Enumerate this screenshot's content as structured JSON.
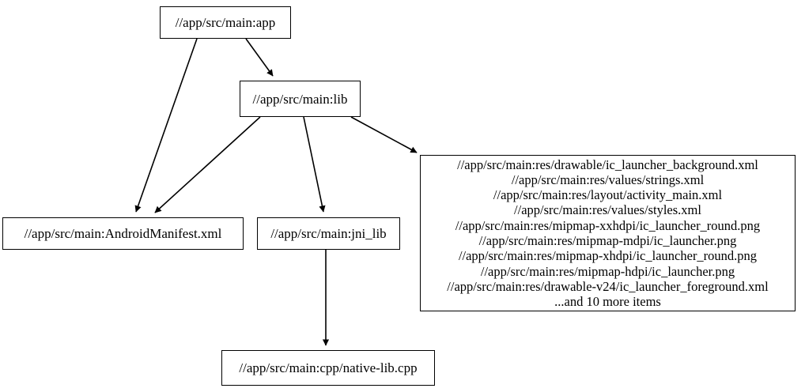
{
  "graph": {
    "type": "directed-dependency-graph",
    "nodes": [
      {
        "id": "app",
        "label": "//app/src/main:app"
      },
      {
        "id": "lib",
        "label": "//app/src/main:lib"
      },
      {
        "id": "manifest",
        "label": "//app/src/main:AndroidManifest.xml"
      },
      {
        "id": "jni_lib",
        "label": "//app/src/main:jni_lib"
      },
      {
        "id": "res",
        "label": "//app/src/main:res/drawable/ic_launcher_background.xml\n//app/src/main:res/values/strings.xml\n//app/src/main:res/layout/activity_main.xml\n//app/src/main:res/values/styles.xml\n//app/src/main:res/mipmap-xxhdpi/ic_launcher_round.png\n//app/src/main:res/mipmap-mdpi/ic_launcher.png\n//app/src/main:res/mipmap-xhdpi/ic_launcher_round.png\n//app/src/main:res/mipmap-hdpi/ic_launcher.png\n//app/src/main:res/drawable-v24/ic_launcher_foreground.xml\n...and 10 more items",
        "lines": [
          "//app/src/main:res/drawable/ic_launcher_background.xml",
          "//app/src/main:res/values/strings.xml",
          "//app/src/main:res/layout/activity_main.xml",
          "//app/src/main:res/values/styles.xml",
          "//app/src/main:res/mipmap-xxhdpi/ic_launcher_round.png",
          "//app/src/main:res/mipmap-mdpi/ic_launcher.png",
          "//app/src/main:res/mipmap-xhdpi/ic_launcher_round.png",
          "//app/src/main:res/mipmap-hdpi/ic_launcher.png",
          "//app/src/main:res/drawable-v24/ic_launcher_foreground.xml",
          "...and 10 more items"
        ]
      },
      {
        "id": "cpp",
        "label": "//app/src/main:cpp/native-lib.cpp"
      }
    ],
    "edges": [
      {
        "from": "app",
        "to": "lib"
      },
      {
        "from": "app",
        "to": "manifest"
      },
      {
        "from": "lib",
        "to": "manifest"
      },
      {
        "from": "lib",
        "to": "jni_lib"
      },
      {
        "from": "lib",
        "to": "res"
      },
      {
        "from": "jni_lib",
        "to": "cpp"
      }
    ],
    "colors": {
      "background": "#ffffff",
      "node_border": "#000000",
      "node_fill": "#ffffff",
      "text": "#000000",
      "edge": "#000000"
    }
  }
}
